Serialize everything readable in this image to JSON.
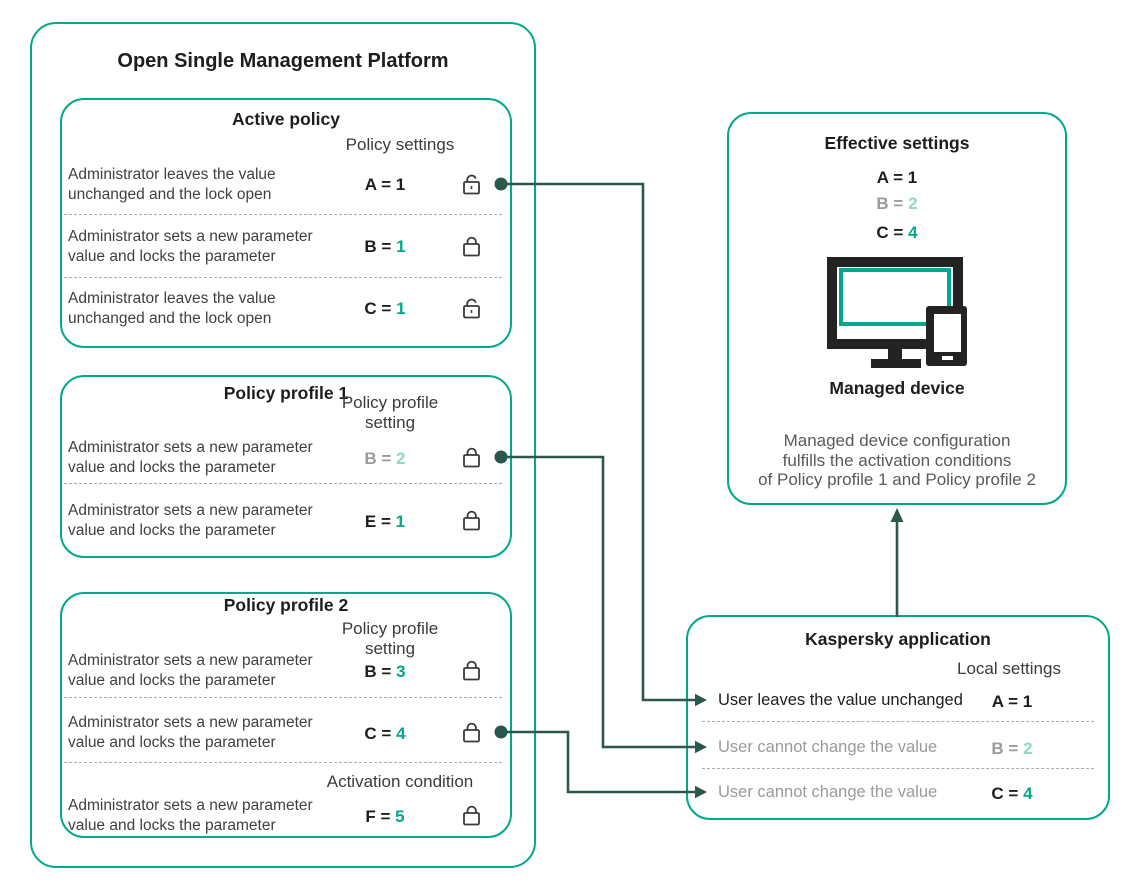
{
  "colors": {
    "teal": "#00a88e",
    "connector_green": "#2b584e",
    "pale_teal": "#8ed8c8",
    "gray_text": "#9b9b9b",
    "dark_text": "#1d1d1b",
    "body_text": "#3f3f3f",
    "note_text": "#58595b",
    "lock_stroke": "#3a3a3a",
    "device_black": "#232323",
    "dash_gray": "#ababab"
  },
  "platform": {
    "title": "Open Single Management Platform",
    "active_policy": {
      "title": "Active policy",
      "column_header": "Policy settings",
      "rows": [
        {
          "description": "Administrator leaves the value unchanged  and the lock open",
          "label": "A =",
          "number": "1",
          "lock": "lock-open-icon"
        },
        {
          "description": "Administrator sets a new parameter value and locks the parameter",
          "label": "B =",
          "number": "1",
          "lock": "lock-closed-icon"
        },
        {
          "description": "Administrator leaves the value unchanged  and the lock open",
          "label": "C =",
          "number": "1",
          "lock": "lock-open-icon"
        }
      ]
    },
    "policy_profile_1": {
      "title": "Policy profile 1",
      "column_header": "Policy profile setting",
      "rows": [
        {
          "description": "Administrator sets a new parameter value and locks the parameter",
          "label": "B =",
          "number": "2",
          "lock": "lock-closed-icon"
        },
        {
          "description": "Administrator sets a new parameter value and locks the parameter",
          "label": "E =",
          "number": "1",
          "lock": "lock-closed-icon"
        }
      ]
    },
    "policy_profile_2": {
      "title": "Policy profile 2",
      "column_header": "Policy profile setting",
      "activation_header": "Activation condition",
      "rows": [
        {
          "description": "Administrator sets a new parameter value and locks the parameter",
          "label": "B =",
          "number": "3",
          "lock": "lock-closed-icon"
        },
        {
          "description": "Administrator sets a new parameter value and locks the parameter",
          "label": "C =",
          "number": "4",
          "lock": "lock-closed-icon"
        },
        {
          "description": "Administrator sets a new parameter value and locks the parameter",
          "label": "F =",
          "number": "5",
          "lock": "lock-closed-icon"
        }
      ]
    }
  },
  "effective": {
    "title": "Effective settings",
    "values": [
      {
        "label": "A =",
        "number": "1"
      },
      {
        "label": "B =",
        "number": "2"
      },
      {
        "label": "C =",
        "number": "4"
      }
    ],
    "device_icon": "monitor-phone-icon",
    "device_label": "Managed device",
    "note_lines": [
      "Managed device configuration",
      "fulfills the activation conditions",
      "of Policy profile 1 and Policy profile 2"
    ]
  },
  "kaspersky": {
    "title": "Kaspersky application",
    "column_header": "Local settings",
    "rows": [
      {
        "description": "User leaves the value unchanged",
        "label": "A =",
        "number": "1"
      },
      {
        "description": "User cannot change the value",
        "label": "B =",
        "number": "2"
      },
      {
        "description": "User cannot change the value",
        "label": "C =",
        "number": "4"
      }
    ]
  }
}
